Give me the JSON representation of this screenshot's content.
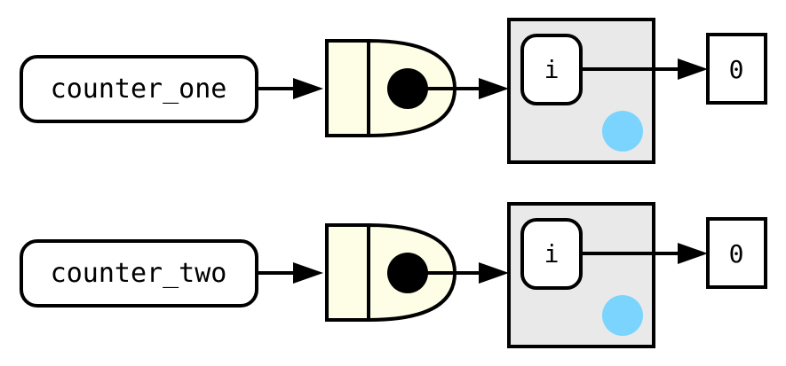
{
  "diagram": {
    "title": "",
    "colors": {
      "stroke": "#000000",
      "name_fill": "#ffffff",
      "closure_fill": "#fefee6",
      "env_fill": "#e9e9e9",
      "binding_fill": "#ffffff",
      "value_fill": "#ffffff",
      "env_marker": "#7ad4fe"
    },
    "rows": [
      {
        "name": "counter_one",
        "closure": "function",
        "environment": {
          "binding": "i",
          "value": "0"
        }
      },
      {
        "name": "counter_two",
        "closure": "function",
        "environment": {
          "binding": "i",
          "value": "0"
        }
      }
    ]
  }
}
